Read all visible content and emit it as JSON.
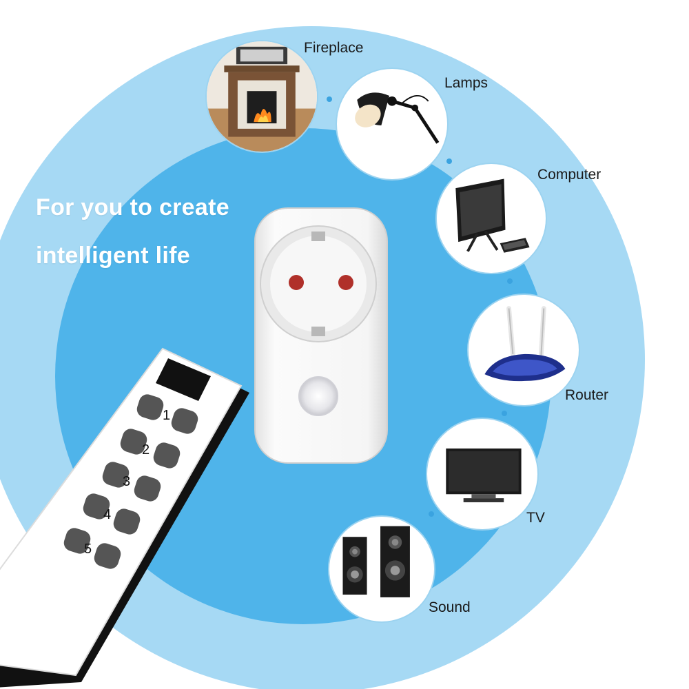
{
  "headline": {
    "line1": "For you to create",
    "line2": "intelligent life"
  },
  "devices": [
    {
      "label": "Fireplace",
      "icon": "fireplace-icon"
    },
    {
      "label": "Lamps",
      "icon": "lamp-icon"
    },
    {
      "label": "Computer",
      "icon": "computer-icon"
    },
    {
      "label": "Router",
      "icon": "router-icon"
    },
    {
      "label": "TV",
      "icon": "tv-icon"
    },
    {
      "label": "Sound",
      "icon": "speaker-icon"
    }
  ],
  "remote": {
    "buttons": [
      "1",
      "2",
      "3",
      "4",
      "5"
    ]
  },
  "colors": {
    "outer_ring": "#a6d9f4",
    "inner_ring": "#4fb4ea",
    "headline_text": "#ffffff",
    "socket_pin": "#b0302a"
  }
}
